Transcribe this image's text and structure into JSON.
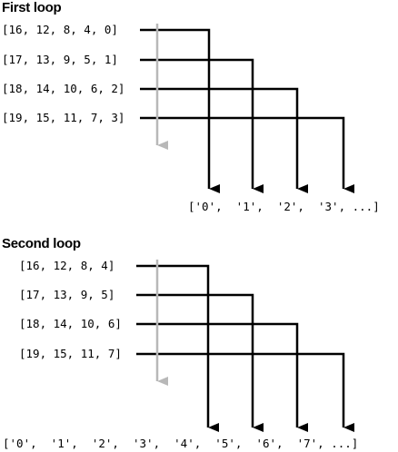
{
  "first_loop": {
    "title": "First loop",
    "rows": [
      "[16, 12, 8, 4, 0]",
      "[17, 13, 9, 5, 1]",
      "[18, 14, 10, 6, 2]",
      "[19, 15, 11, 7, 3]"
    ],
    "result": "['0',  '1',  '2',  '3', ...]"
  },
  "second_loop": {
    "title": "Second loop",
    "rows": [
      "[16, 12, 8, 4]",
      "[17, 13, 9, 5]",
      "[18, 14, 10, 6]",
      "[19, 15, 11, 7]"
    ],
    "result": "['0',  '1',  '2',  '3',  '4',  '5',  '6',  '7', ...]"
  },
  "colors": {
    "line": "#000000",
    "iteration_arrow": "#b8b8b8"
  }
}
